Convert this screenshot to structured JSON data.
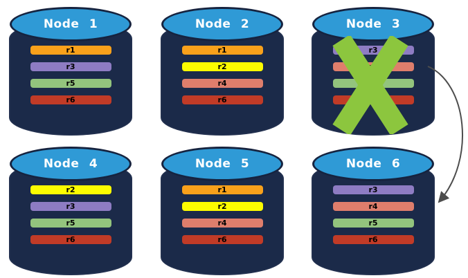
{
  "palette": {
    "background": "#ffffff",
    "cylinder_body": "#1b2a49",
    "cylinder_outline": "#22304f",
    "cylinder_top": "#2f9ad6",
    "cylinder_top_outline": "#16233f",
    "title_text": "#ffffff",
    "bar_text": "#000000",
    "cross": "#8cc63e",
    "arrow": "#4d4d4d"
  },
  "replica_colors": {
    "r1": "#f9a11b",
    "r2": "#fcfc00",
    "r3": "#8e7cc3",
    "r4": "#df7e6c",
    "r5": "#93c47d",
    "r6": "#c13b27"
  },
  "nodes": [
    {
      "id": "node-1",
      "label": "Node 1",
      "replicas": [
        "r1",
        "r3",
        "r5",
        "r6"
      ],
      "failed": false
    },
    {
      "id": "node-2",
      "label": "Node 2",
      "replicas": [
        "r1",
        "r2",
        "r4",
        "r6"
      ],
      "failed": false
    },
    {
      "id": "node-3",
      "label": "Node 3",
      "replicas": [
        "r3",
        "r4",
        "r5",
        "r6"
      ],
      "failed": true
    },
    {
      "id": "node-4",
      "label": "Node 4",
      "replicas": [
        "r2",
        "r3",
        "r5",
        "r6"
      ],
      "failed": false
    },
    {
      "id": "node-5",
      "label": "Node 5",
      "replicas": [
        "r1",
        "r2",
        "r4",
        "r6"
      ],
      "failed": false
    },
    {
      "id": "node-6",
      "label": "Node 6",
      "replicas": [
        "r3",
        "r4",
        "r5",
        "r6"
      ],
      "failed": false
    }
  ],
  "arrow": {
    "from": "node-3",
    "to": "node-6"
  }
}
